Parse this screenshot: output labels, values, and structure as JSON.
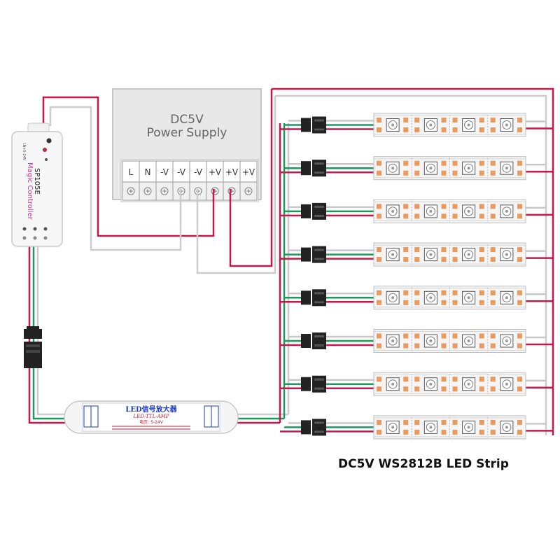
{
  "power_supply": {
    "title_line1": "DC5V",
    "title_line2": "Power Supply",
    "terminals": [
      "L",
      "N",
      "-V",
      "-V",
      "-V",
      "+V",
      "+V",
      "+V"
    ]
  },
  "controller": {
    "model": "SP105E",
    "brand": "Magic Controller"
  },
  "amplifier": {
    "title": "LED信号放大器",
    "subtitle": "LED-TTL-AMP",
    "voltage": "电压: 5-24V"
  },
  "caption": "DC5V WS2812B LED Strip",
  "strip_count": 8,
  "colors": {
    "red_wire": "#c8174a",
    "green_wire": "#1a9a5a",
    "grey_wire": "#c8c8c8",
    "box_fill": "#e6e6e6",
    "led_orange": "#e99a5c"
  }
}
